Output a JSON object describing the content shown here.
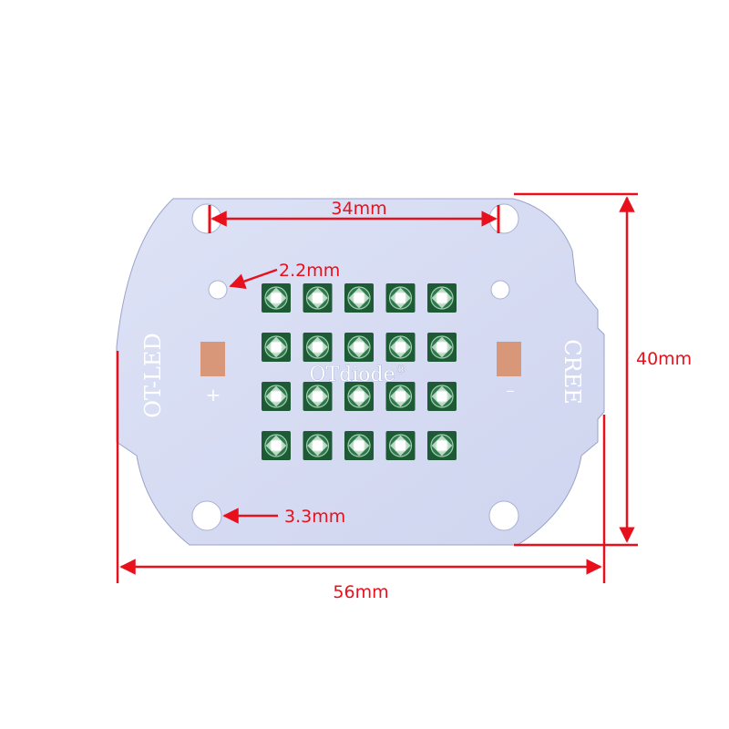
{
  "dimensions": {
    "hole_spacing": "34mm",
    "small_hole": "2.2mm",
    "large_hole": "3.3mm",
    "height": "40mm",
    "width": "56mm"
  },
  "board": {
    "left_label": "OT-LED",
    "right_label": "CREE",
    "center_label": "OTdiode",
    "registered_mark": "®",
    "plus_label": "+",
    "minus_label": "–"
  },
  "led_grid": {
    "rows": 4,
    "columns": 5
  },
  "colors": {
    "board": "#d7dcf3",
    "dimension": "#e8101c",
    "led_base": "#1f5a36",
    "copper_pad": "#d9977a"
  }
}
